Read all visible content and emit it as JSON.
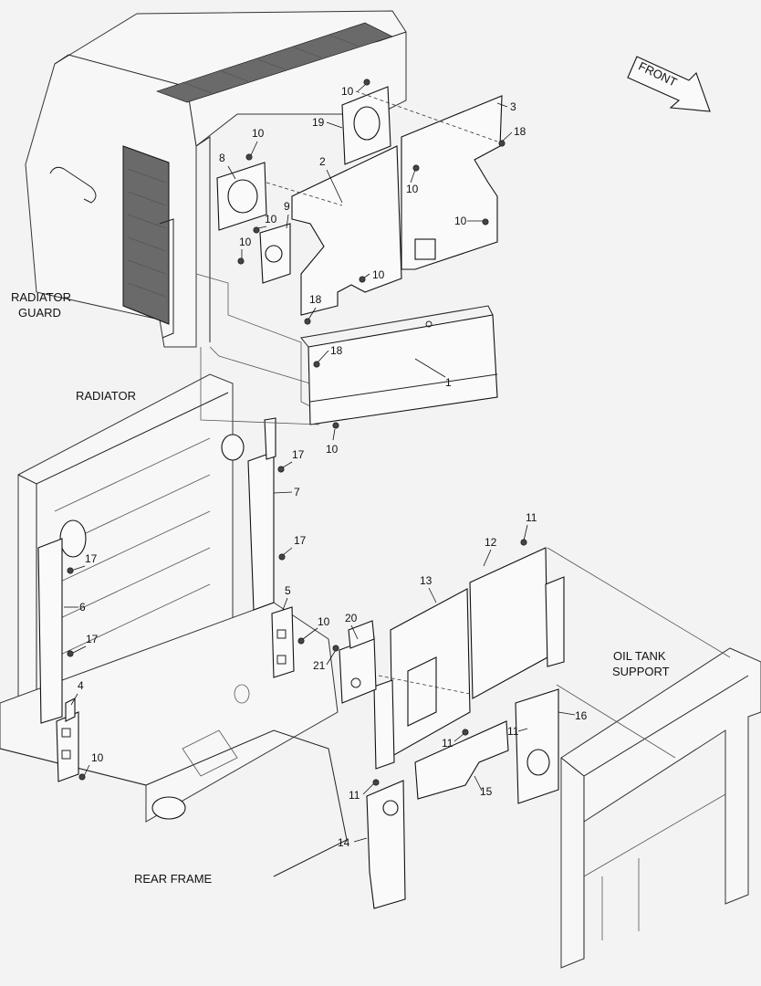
{
  "labels": {
    "radiator_guard_line1": "RADIATOR",
    "radiator_guard_line2": "GUARD",
    "radiator": "RADIATOR",
    "oil_tank_line1": "OIL TANK",
    "oil_tank_line2": "SUPPORT",
    "rear_frame": "REAR FRAME",
    "front_arrow": "FRONT"
  },
  "callouts": [
    {
      "n": "10"
    },
    {
      "n": "3"
    },
    {
      "n": "19"
    },
    {
      "n": "18"
    },
    {
      "n": "10"
    },
    {
      "n": "8"
    },
    {
      "n": "2"
    },
    {
      "n": "10"
    },
    {
      "n": "9"
    },
    {
      "n": "10"
    },
    {
      "n": "10"
    },
    {
      "n": "10"
    },
    {
      "n": "10"
    },
    {
      "n": "18"
    },
    {
      "n": "18"
    },
    {
      "n": "1"
    },
    {
      "n": "10"
    },
    {
      "n": "17"
    },
    {
      "n": "7"
    },
    {
      "n": "17"
    },
    {
      "n": "17"
    },
    {
      "n": "6"
    },
    {
      "n": "17"
    },
    {
      "n": "5"
    },
    {
      "n": "10"
    },
    {
      "n": "4"
    },
    {
      "n": "10"
    },
    {
      "n": "11"
    },
    {
      "n": "12"
    },
    {
      "n": "13"
    },
    {
      "n": "20"
    },
    {
      "n": "21"
    },
    {
      "n": "16"
    },
    {
      "n": "11"
    },
    {
      "n": "11"
    },
    {
      "n": "15"
    },
    {
      "n": "11"
    },
    {
      "n": "14"
    }
  ]
}
